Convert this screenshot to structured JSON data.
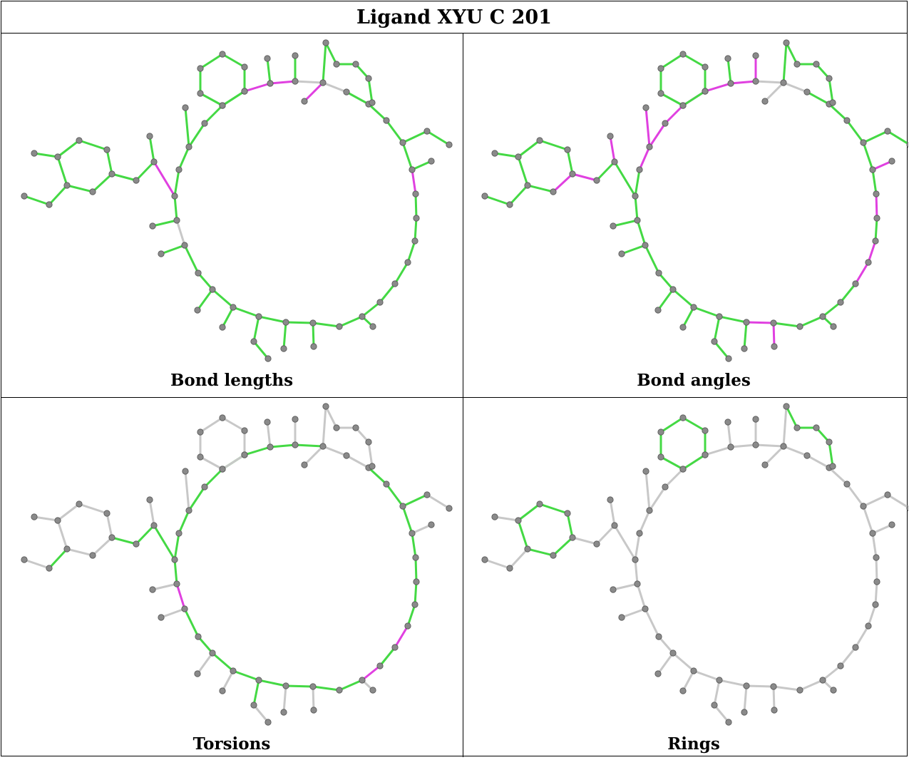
{
  "title": "Ligand XYU C 201",
  "panels": [
    {
      "caption": "Bond lengths"
    },
    {
      "caption": "Bond angles"
    },
    {
      "caption": "Torsions"
    },
    {
      "caption": "Rings"
    }
  ],
  "colors": {
    "ok": "#44d944",
    "outlier": "#e040e0",
    "neutral": "#c8c8c8",
    "atom": "#8a8a8a",
    "atom_stroke": "#555555"
  }
}
